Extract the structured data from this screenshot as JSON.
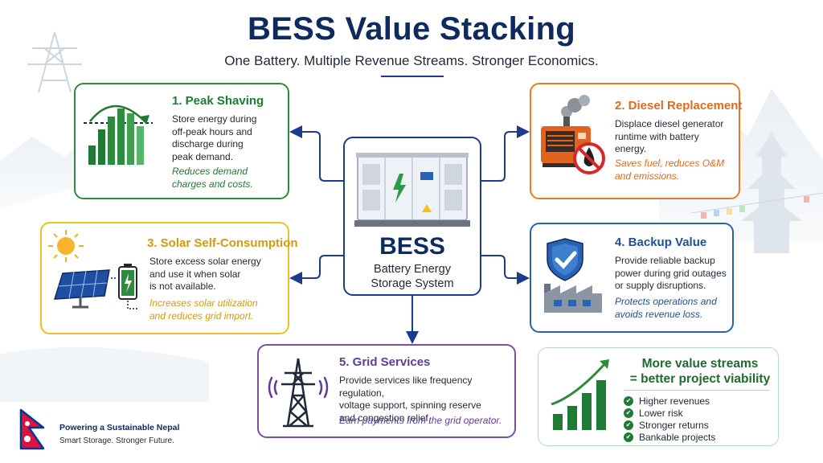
{
  "header": {
    "title": "BESS Value Stacking",
    "subtitle": "One Battery. Multiple Revenue Streams. Stronger Economics."
  },
  "center": {
    "title": "BESS",
    "subtitle": "Battery Energy\nStorage System"
  },
  "cards": {
    "peak_shaving": {
      "title": "1. Peak Shaving",
      "description": "Store energy during\noff-peak hours and\ndischarge during\npeak demand.",
      "note": "Reduces demand\ncharges and costs."
    },
    "diesel_replacement": {
      "title": "2. Diesel Replacement",
      "description": "Displace diesel generator\nruntime with battery\nenergy.",
      "note": "Saves fuel, reduces O&M\nand emissions."
    },
    "solar_self_consumption": {
      "title": "3. Solar Self-Consumption",
      "description": "Store excess solar energy\nand use it when solar\nis not available.",
      "note": "Increases solar utilization\nand reduces grid import."
    },
    "backup_value": {
      "title": "4. Backup Value",
      "description": "Provide reliable backup\npower during grid outages\nor supply disruptions.",
      "note": "Protects operations and\navoids revenue loss."
    },
    "grid_services": {
      "title": "5. Grid Services",
      "description": "Provide services like frequency regulation,\nvoltage support, spinning reserve\nand congestion relief.",
      "note": "Earn payments from the grid operator."
    }
  },
  "summary": {
    "title": "More value streams\n= better project viability",
    "items": [
      "Higher revenues",
      "Lower risk",
      "Stronger returns",
      "Bankable projects"
    ]
  },
  "footer": {
    "title": "Powering a Sustainable Nepal",
    "subtitle": "Smart Storage. Stronger Future."
  },
  "icons": {
    "peak": "bar-chart-peak-icon",
    "diesel": "diesel-generator-icon",
    "solar": "solar-panel-battery-icon",
    "backup": "shield-check-icon",
    "grid": "transmission-tower-icon",
    "growth": "growth-chart-icon",
    "flag": "nepal-flag-icon"
  },
  "colors": {
    "navy": "#0f2a5c",
    "green": "#2e8b3e",
    "orange": "#ea7a26",
    "gold": "#ecc026",
    "blue": "#2a62b3",
    "purple": "#7b4ea6"
  }
}
